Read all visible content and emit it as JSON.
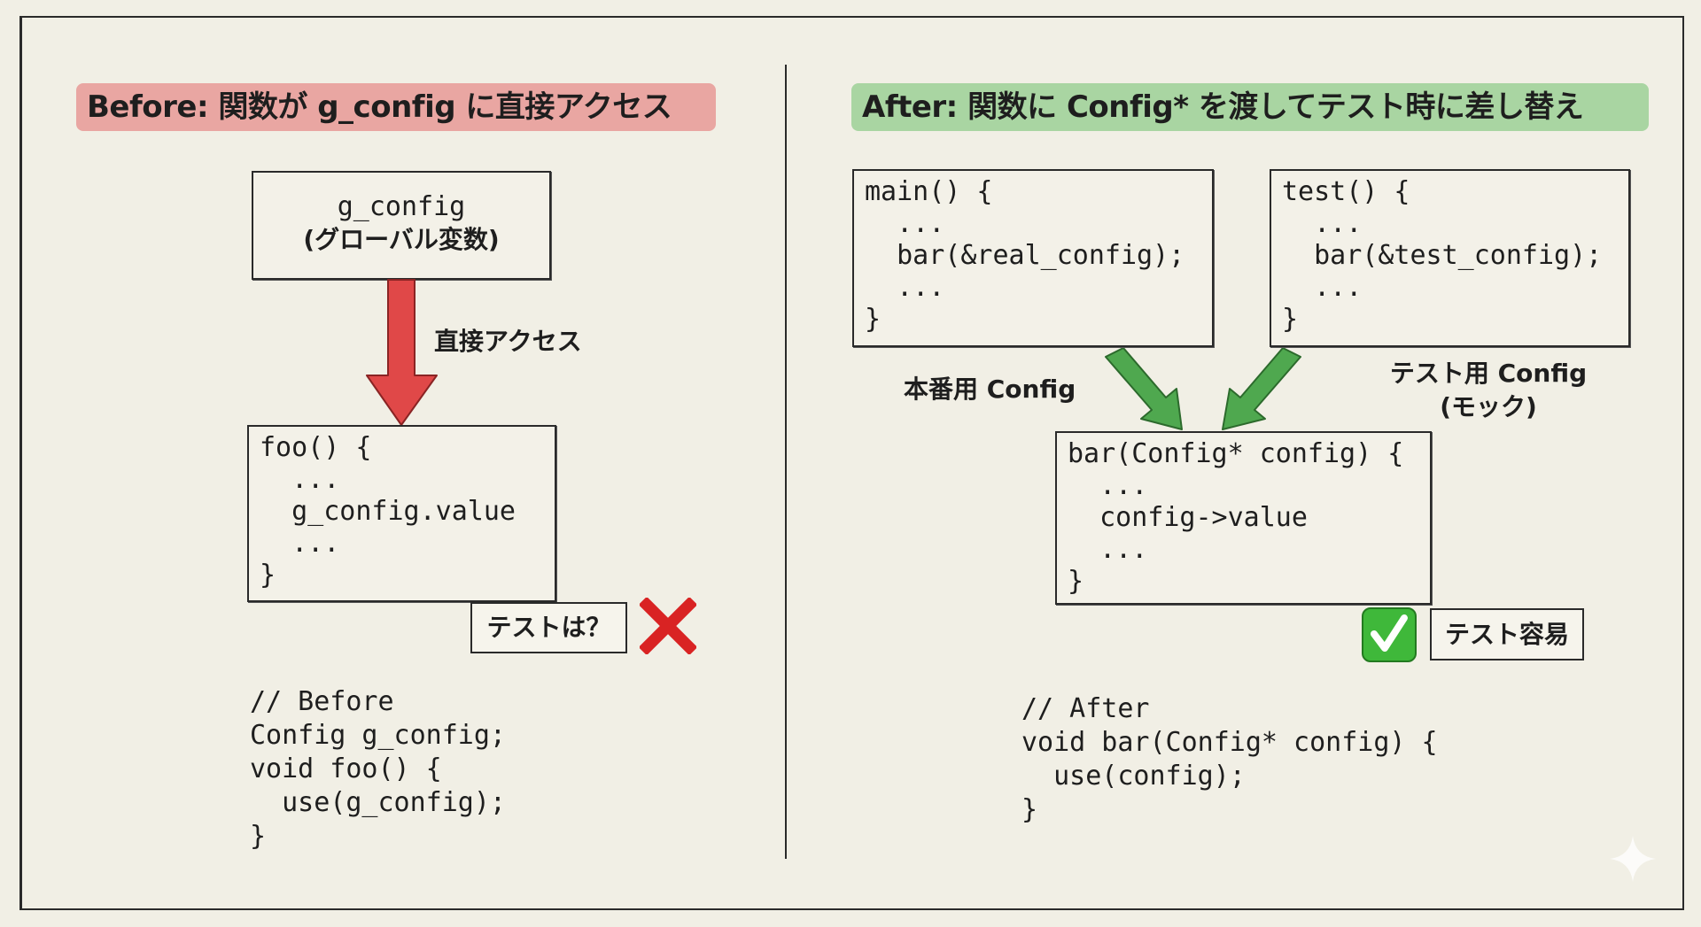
{
  "before": {
    "title": "Before: 関数が g_config に直接アクセス",
    "global_box": {
      "line1": "g_config",
      "line2": "(グローバル変数)"
    },
    "arrow_label": "直接アクセス",
    "foo_box": [
      "foo() {",
      "  ...",
      "  g_config.value",
      "  ...",
      "}"
    ],
    "test_tag": "テストは？",
    "result_icon": "cross-mark-icon",
    "code": [
      "// Before",
      "Config g_config;",
      "void foo() {",
      "  use(g_config);",
      "}"
    ]
  },
  "after": {
    "title": "After: 関数に Config* を渡してテスト時に差し替え",
    "main_box": [
      "main() {",
      "  ...",
      "  bar(&real_config);",
      "  ...",
      "}"
    ],
    "test_box": [
      "test() {",
      "  ...",
      "  bar(&test_config);",
      "  ...",
      "}"
    ],
    "real_label": "本番用 Config",
    "test_label_line1": "テスト用 Config",
    "test_label_line2": "(モック)",
    "bar_box": [
      "bar(Config* config) {",
      "  ...",
      "  config->value",
      "  ...",
      "}"
    ],
    "result_icon": "check-mark-icon",
    "test_tag": "テスト容易",
    "code": [
      "// After",
      "void bar(Config* config) {",
      "  use(config);",
      "}"
    ]
  },
  "colors": {
    "red_arrow": "#e04848",
    "green_arrow": "#4fa84f",
    "before_bg": "#e9a6a2",
    "after_bg": "#a9d5a2"
  }
}
